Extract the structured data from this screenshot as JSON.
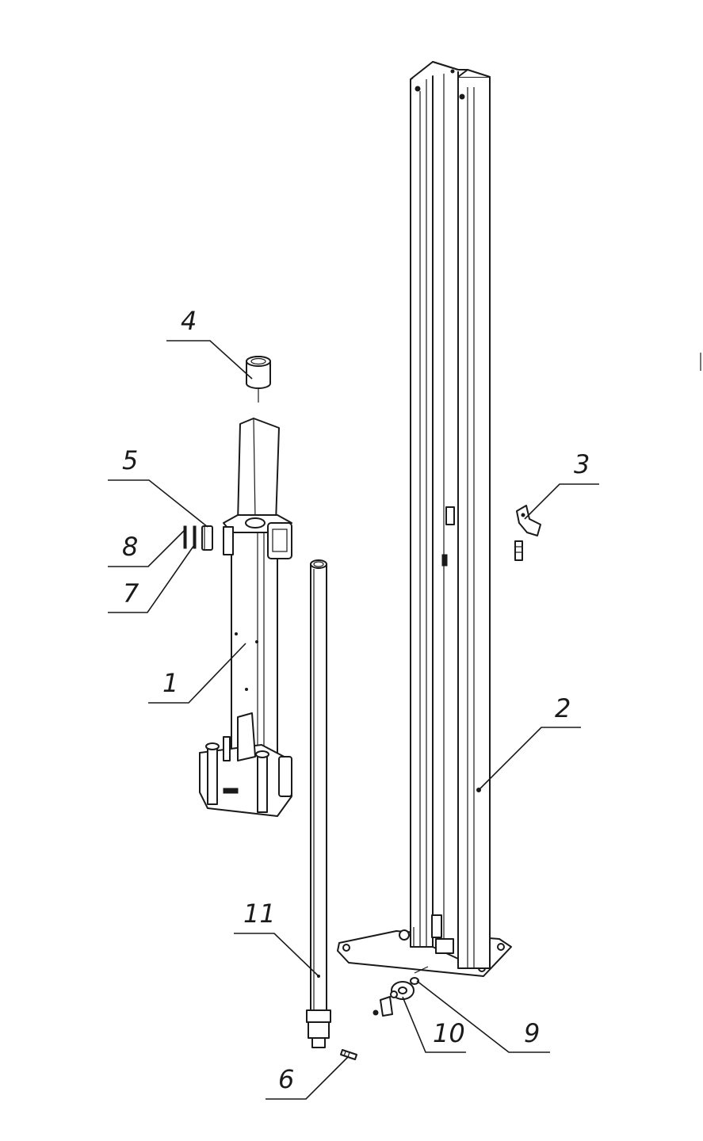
{
  "callouts": [
    {
      "id": "c1",
      "text": "1"
    },
    {
      "id": "c2",
      "text": "2"
    },
    {
      "id": "c3",
      "text": "3"
    },
    {
      "id": "c4",
      "text": "4"
    },
    {
      "id": "c5",
      "text": "5"
    },
    {
      "id": "c6",
      "text": "6"
    },
    {
      "id": "c7",
      "text": "7"
    },
    {
      "id": "c8",
      "text": "8"
    },
    {
      "id": "c9",
      "text": "9"
    },
    {
      "id": "c10",
      "text": "10"
    },
    {
      "id": "c11",
      "text": "11"
    }
  ],
  "colors": {
    "line": "#1a1a1a",
    "background": "#ffffff"
  }
}
